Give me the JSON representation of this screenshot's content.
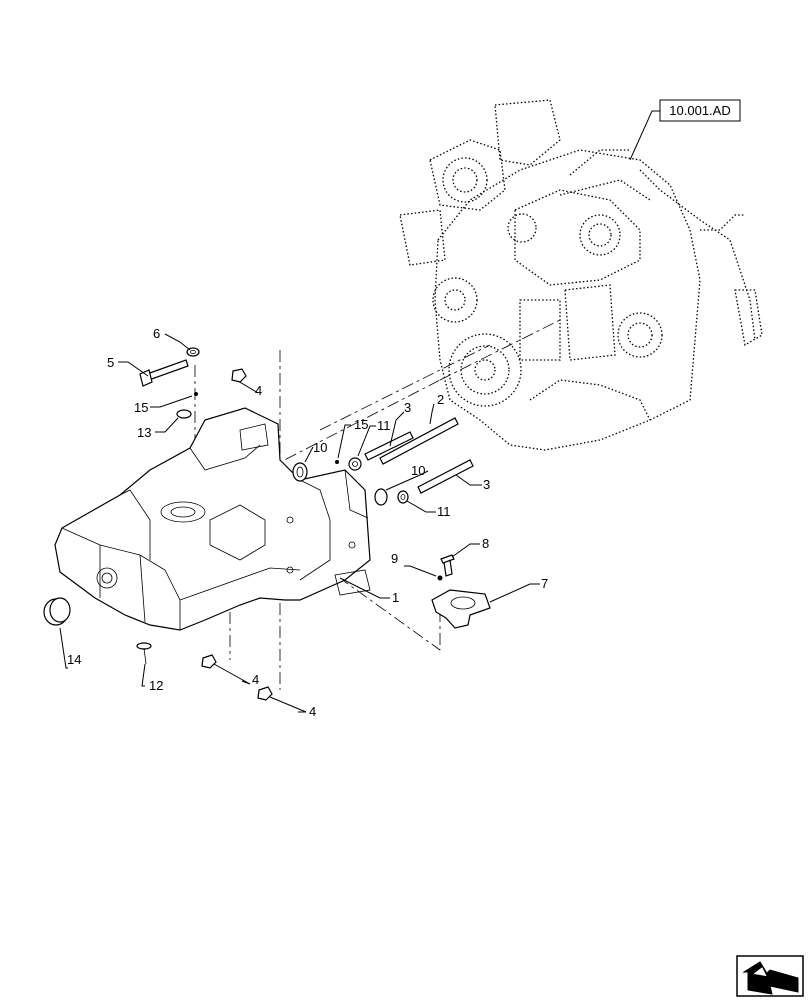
{
  "reference": {
    "label": "10.001.AD"
  },
  "callouts": [
    {
      "id": "c1",
      "text": "1"
    },
    {
      "id": "c2",
      "text": "2"
    },
    {
      "id": "c3a",
      "text": "3"
    },
    {
      "id": "c3b",
      "text": "3"
    },
    {
      "id": "c4a",
      "text": "4"
    },
    {
      "id": "c4b",
      "text": "4"
    },
    {
      "id": "c4c",
      "text": "4"
    },
    {
      "id": "c5",
      "text": "5"
    },
    {
      "id": "c6",
      "text": "6"
    },
    {
      "id": "c7",
      "text": "7"
    },
    {
      "id": "c8",
      "text": "8"
    },
    {
      "id": "c9",
      "text": "9"
    },
    {
      "id": "c10a",
      "text": "10"
    },
    {
      "id": "c10b",
      "text": "10"
    },
    {
      "id": "c11a",
      "text": "11"
    },
    {
      "id": "c11b",
      "text": "11"
    },
    {
      "id": "c12",
      "text": "12"
    },
    {
      "id": "c13",
      "text": "13"
    },
    {
      "id": "c14",
      "text": "14"
    },
    {
      "id": "c15a",
      "text": "15"
    },
    {
      "id": "c15b",
      "text": "15"
    }
  ],
  "nav_icon": "next-page-arrow-icon"
}
